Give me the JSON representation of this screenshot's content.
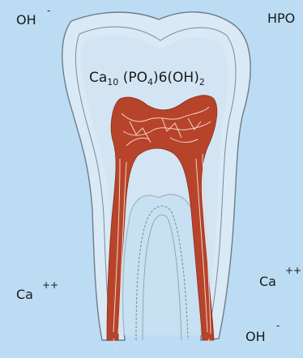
{
  "labels": {
    "oh_top_left": {
      "base": "OH",
      "charge": "-"
    },
    "hpo_top_right": {
      "text": "HPO"
    },
    "formula": {
      "p1": "Ca",
      "s1": "10",
      "p2": " (PO",
      "s2": "4",
      "p3": ")6(OH)",
      "s3": "2"
    },
    "ca_left": {
      "base": "Ca",
      "charge": "++"
    },
    "ca_right": {
      "base": "Ca",
      "charge": "++"
    },
    "oh_bottom_right": {
      "base": "OH",
      "charge": "-"
    }
  },
  "colors": {
    "background": "#bcdcf3",
    "enamel_fill": "#d9e9f5",
    "outline": "#6c7d89",
    "pulp": "#b8432b",
    "nerves": "#f0d4c4",
    "text": "#1a1a1a"
  }
}
